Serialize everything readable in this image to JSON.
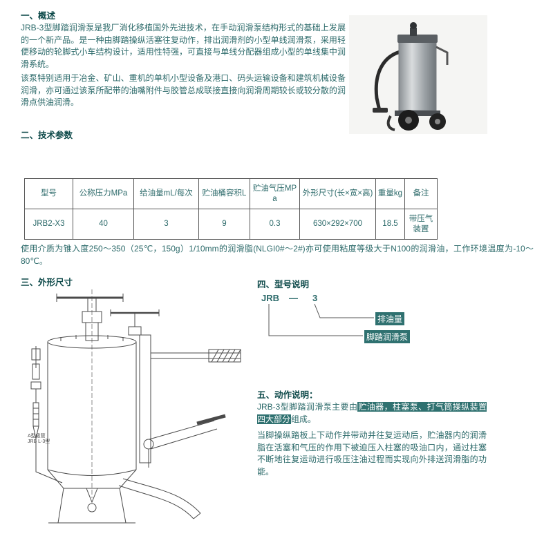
{
  "colors": {
    "text": "#2c6a6a",
    "heading": "#0e4a4a",
    "highlight_bg": "#2f7170",
    "highlight_text": "#ffffff",
    "table_border": "#555555"
  },
  "section_overview": {
    "title_pre": "一、",
    "title_kw": "概述",
    "para1": "JRB-3型脚踏润滑泵是我厂消化移植国外先进技术，在手动润滑泵结构形式的基础上发展的一个新产品。是一种由脚踏操纵活塞往复动作，排出润滑剂的小型单线润滑泵，采用轻便移动的轮脚式小车结构设计，适用性特强，可直接与单线分配器组成小型的单线集中润滑系统。",
    "para2": "该泵特别适用于冶金、矿山、重机的单机小型设备及港口、码头运输设备和建筑机械设备润滑，亦可通过该泵所配带的油嘴附件与胶管总成联接直接向润滑周期较长或较分散的润滑点供油润滑。"
  },
  "section_params": {
    "title_pre": "二、",
    "title_kw": "技术参数",
    "table": {
      "headers": [
        "型号",
        "公称压力MPa",
        "给油量mL/每次",
        "贮油桶容积L",
        "贮油气压MPa",
        "外形尺寸(长×宽×高)",
        "重量kg",
        "备注"
      ],
      "row": [
        "JRB2-X3",
        "40",
        "3",
        "9",
        "0.3",
        "630×292×700",
        "18.5",
        "带压气装置"
      ]
    },
    "note": "使用介质为锥入度250～350（25℃，150g）1/10mm的润滑脂(NLGI0#～2#)亦可使用粘度等级大于N100的润滑油，工作环境温度为-10～80℃。"
  },
  "section_dimensions": {
    "title_pre": "三、",
    "title_kw": "外形尺寸",
    "drawing_label_line1": "A型吸管",
    "drawing_label_line2": "JRB L-3型"
  },
  "section_model": {
    "title_pre": "四、",
    "title_kw": "型号说明",
    "code_prefix": "JRB",
    "code_dash": "—",
    "code_number": "3",
    "callout_oil": "排油量",
    "callout_pump": "脚踏润滑泵"
  },
  "section_action": {
    "title_pre": "五、",
    "title_kw": "动作说明",
    "title_post": "：",
    "para1_pre": "JRB-3型脚踏润滑泵主要由",
    "para1_hl": "贮油器，柱塞泵、打气筒操纵装置四大部分",
    "para1_post": "组成。",
    "para2": "当脚操纵踏板上下动作并带动并往复运动后，贮油器内的润滑脂在活塞和气压的作用下被迫压入柱塞的吸油口内，通过柱塞不断地往复运动进行吸压注油过程而实现向外排送润滑脂的功能。"
  }
}
